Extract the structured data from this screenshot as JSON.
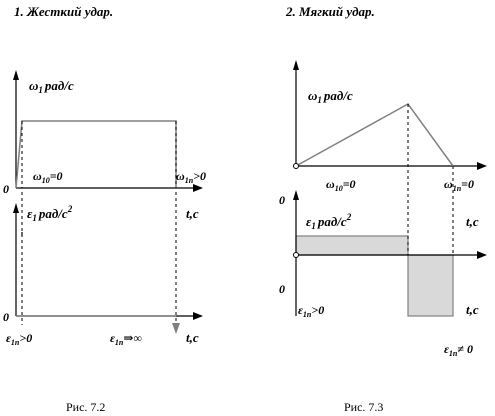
{
  "left": {
    "title": "1. Жесткий удар.",
    "top_graph": {
      "ylabel_symbol": "ω",
      "ylabel_sub": "1",
      "ylabel_unit": "рад/с",
      "origin_label": "0",
      "start_value_symbol": "ω",
      "start_value_sub": "10",
      "start_value_rest": "=0",
      "end_value_symbol": "ω",
      "end_value_sub": "1n",
      "end_value_rest": ">0"
    },
    "bottom_graph": {
      "ylabel_symbol": "ε",
      "ylabel_sub": "1",
      "ylabel_unit": "рад/с",
      "ylabel_sup": "2",
      "time_axis_label": "t,c",
      "origin_label": "0",
      "start_value_symbol": "ε",
      "start_value_sub": "1n",
      "start_value_rest": ">0",
      "end_value_symbol": "ε",
      "end_value_sub": "1n",
      "end_value_rest": "⇒∞",
      "end_axis_label": "t,c"
    },
    "caption": "Рис. 7.2"
  },
  "right": {
    "title": "2. Мягкий удар.",
    "top_graph": {
      "ylabel_symbol": "ω",
      "ylabel_sub": "1",
      "ylabel_unit": "рад/с",
      "start_value_symbol": "ω",
      "start_value_sub": "10",
      "start_value_rest": "=0",
      "end_value_symbol": "ω",
      "end_value_sub": "1n",
      "end_value_rest": "=0"
    },
    "bottom_graph": {
      "upper_zero": "0",
      "ylabel_symbol": "ε",
      "ylabel_sub": "1",
      "ylabel_unit": "рад/с",
      "ylabel_sup": "2",
      "time_axis_label": "t,c",
      "lower_zero": "0",
      "start_value_symbol": "ε",
      "start_value_sub": "1n",
      "start_value_rest": ">0",
      "end_axis_label": "t,c",
      "end_value_symbol": "ε",
      "end_value_sub": "1n",
      "end_value_rest": "≠ 0"
    },
    "caption": "Рис. 7.3"
  },
  "colors": {
    "stroke": "#000000",
    "graph_line": "#808080",
    "fill": "#d9d9d9"
  }
}
